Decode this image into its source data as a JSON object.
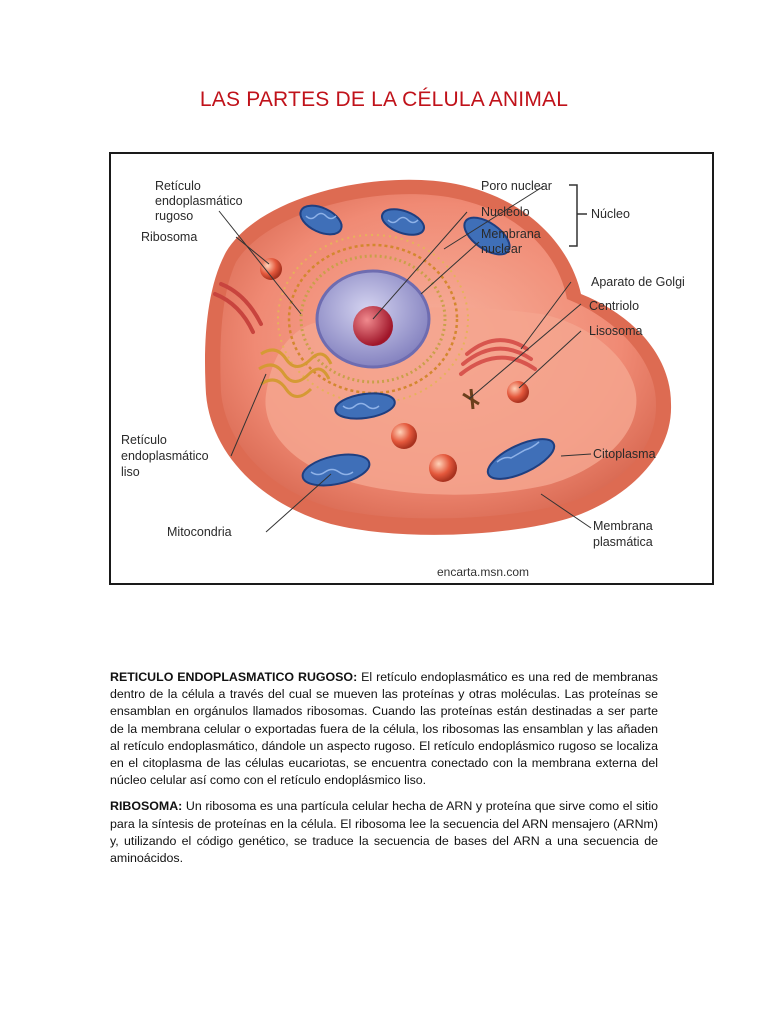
{
  "document": {
    "title": "LAS PARTES DE LA CÉLULA ANIMAL"
  },
  "figure": {
    "labels": {
      "reticulo_rugoso": [
        "Retículo",
        "endoplasmático",
        "rugoso"
      ],
      "ribosoma": "Ribosoma",
      "poro_nuclear": "Poro nuclear",
      "nucleolo": "Nucléolo",
      "membrana_nuclear": [
        "Membrana",
        "nuclear"
      ],
      "nucleo": "Núcleo",
      "aparato_golgi": "Aparato de Golgi",
      "centriolo": "Centriolo",
      "lisosoma": "Lisosoma",
      "reticulo_liso": [
        "Retículo",
        "endoplasmático",
        "liso"
      ],
      "citoplasma": "Citoplasma",
      "mitocondria": "Mitocondria",
      "membrana_plasmatica": [
        "Membrana",
        "plasmática"
      ]
    },
    "source": "encarta.msn.com",
    "colors": {
      "cytoplasm": "#f08a74",
      "membrane": "#e0664f",
      "nucleus": "#a9a7d6",
      "nucleolus": "#d0343e",
      "mitochondria": "#3f6fb8",
      "golgi": "#d8554e",
      "ribosome_dots": "#e8a24c"
    }
  },
  "sections": [
    {
      "term": "RETICULO ENDOPLASMATICO RUGOSO:",
      "text": " El retículo endoplasmático es una red de membranas dentro de la célula a través del cual se mueven las proteínas y otras moléculas. Las proteínas se ensamblan en orgánulos llamados ribosomas. Cuando las proteínas están destinadas a ser parte de la membrana celular o exportadas fuera de la célula, los ribosomas las ensamblan y las añaden al retículo endoplasmático, dándole un aspecto rugoso. El retículo endoplásmico rugoso se localiza en el citoplasma de las células eucariotas, se encuentra conectado con la membrana externa del núcleo celular así como con el retículo endoplásmico liso."
    },
    {
      "term": "RIBOSOMA:",
      "text": " Un ribosoma es una partícula celular hecha de ARN y proteína que sirve como el sitio para la síntesis de proteínas en la célula. El ribosoma lee la secuencia del ARN mensajero (ARNm) y, utilizando el código genético, se traduce la secuencia de bases del ARN a una secuencia de aminoácidos."
    }
  ]
}
